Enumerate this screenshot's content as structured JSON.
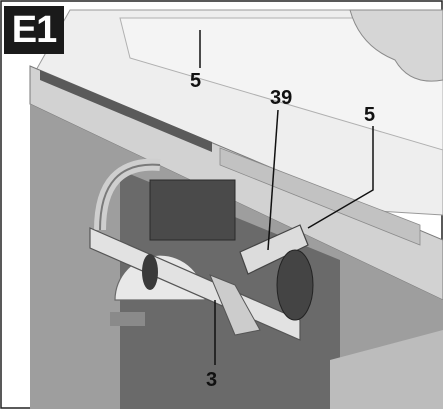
{
  "figure": {
    "badge": "E1",
    "callouts": {
      "top_left_5": "5",
      "top_39": "39",
      "right_5": "5",
      "bottom_3": "3"
    }
  },
  "colors": {
    "background": "#ffffff",
    "metal_light": "#e6e6e6",
    "metal_mid": "#bdbdbd",
    "metal_dark": "#6e6e6e",
    "shadow": "#3a3a3a",
    "badge": "#1a1a1a"
  }
}
